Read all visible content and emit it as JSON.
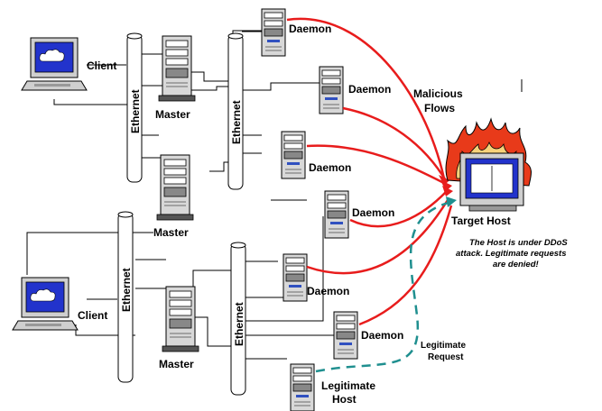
{
  "labels": {
    "client_top": "Client",
    "client_bottom": "Client",
    "master_top_1": "Master",
    "master_top_2": "Master",
    "master_bottom": "Master",
    "ethernet_1": "Ethernet",
    "ethernet_2": "Ethernet",
    "ethernet_3": "Ethernet",
    "ethernet_4": "Ethernet",
    "daemon_1": "Daemon",
    "daemon_2": "Daemon",
    "daemon_3": "Daemon",
    "daemon_4": "Daemon",
    "daemon_5": "Daemon",
    "daemon_6": "Daemon",
    "malicious_flows_line1": "Malicious",
    "malicious_flows_line2": "Flows",
    "target_host": "Target Host",
    "attack_note_line1": "The Host is under DDoS",
    "attack_note_line2": "attack. Legitimate requests",
    "attack_note_line3": "are denied!",
    "legit_request_line1": "Legitimate",
    "legit_request_line2": "Request",
    "legit_host_line1": "Legitimate",
    "legit_host_line2": "Host"
  },
  "colors": {
    "malicious_flow": "#e81c1c",
    "legitimate_flow": "#1f8f8f",
    "flame": "#e83a1a",
    "screen": "#2233cc"
  }
}
